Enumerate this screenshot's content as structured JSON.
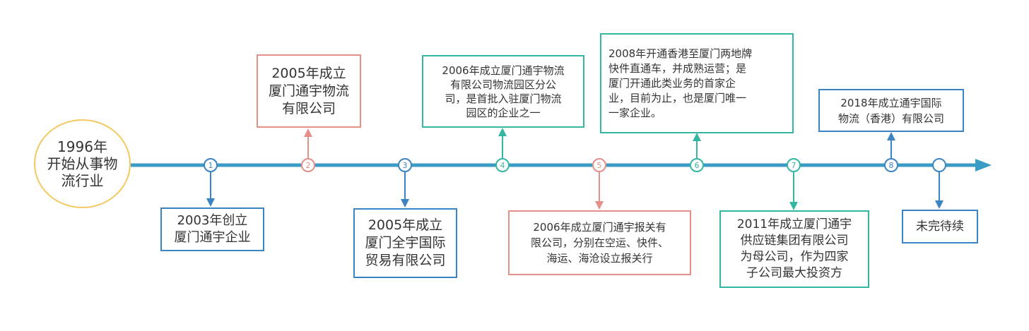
{
  "colors": {
    "axis": "#3a9cc4",
    "blue": "#3b84c4",
    "red": "#e58f88",
    "teal": "#33b7a2",
    "start_circle": "#f4c861"
  },
  "start": {
    "label": "1996年\n开始从事物\n流行业"
  },
  "markers": [
    "1",
    "2",
    "3",
    "4",
    "5",
    "6",
    "7",
    "8",
    ""
  ],
  "events": [
    {
      "text": "2003年创立\n厦门通宇企业"
    },
    {
      "text": "2005年成立\n厦门通宇物流\n有限公司"
    },
    {
      "text": "2005年成立\n厦门全宇国际\n贸易有限公司"
    },
    {
      "text": "2006年成立厦门通宇物流\n有限公司物流园区分公\n司，是首批入驻厦门物流\n园区的企业之一"
    },
    {
      "text": "2006年成立厦门通宇报关有\n限公司，分别在空运、快件、\n海运、海沧设立报关行"
    },
    {
      "text": "2008年开通香港至厦门两地牌\n快件直通车，并成熟运营；是\n厦门开通此类业务的首家企\n业，目前为止，也是厦门唯一\n一家企业。"
    },
    {
      "text": "2011年成立厦门通宇\n供应链集团有限公司\n为母公司，作为四家\n子公司最大投资方"
    },
    {
      "text": "2018年成立通宇国际\n物流（香港）有限公司"
    },
    {
      "text": "未完待续"
    }
  ]
}
